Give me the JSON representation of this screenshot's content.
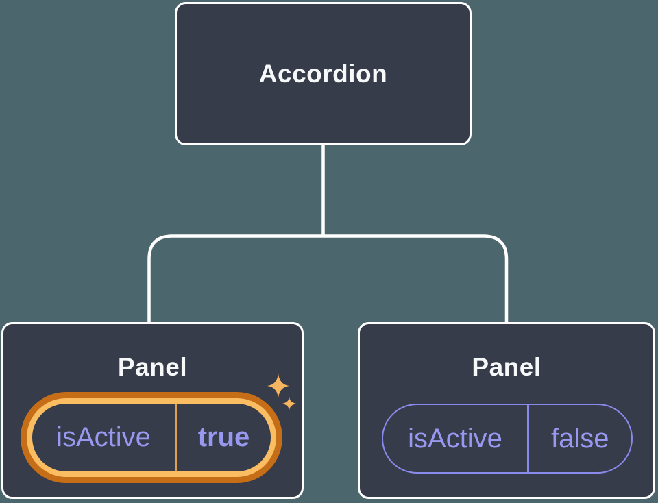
{
  "diagram": {
    "description": "Component tree: Accordion root with two Panel children showing isActive prop state",
    "root": {
      "label": "Accordion"
    },
    "panels": [
      {
        "label": "Panel",
        "prop_name": "isActive",
        "prop_value": "true",
        "state": "active",
        "decoration": "sparkle-icon"
      },
      {
        "label": "Panel",
        "prop_name": "isActive",
        "prop_value": "false",
        "state": "inactive",
        "decoration": null
      }
    ]
  },
  "colors": {
    "background": "#4C666D",
    "node_fill": "#363C49",
    "node_border": "#FFFFFF",
    "connector_line": "#FFFFFF",
    "label_text": "#F7F8FA",
    "prop_text": "#9898F0",
    "inactive_pill_border": "#8A8AED",
    "active_ring_outer": "#C66D17",
    "active_ring_inner": "#FABD62",
    "active_divider": "#DF9F53",
    "sparkle": "#F6B55F"
  },
  "icons": {
    "sparkle": "four-point-star-pair"
  }
}
